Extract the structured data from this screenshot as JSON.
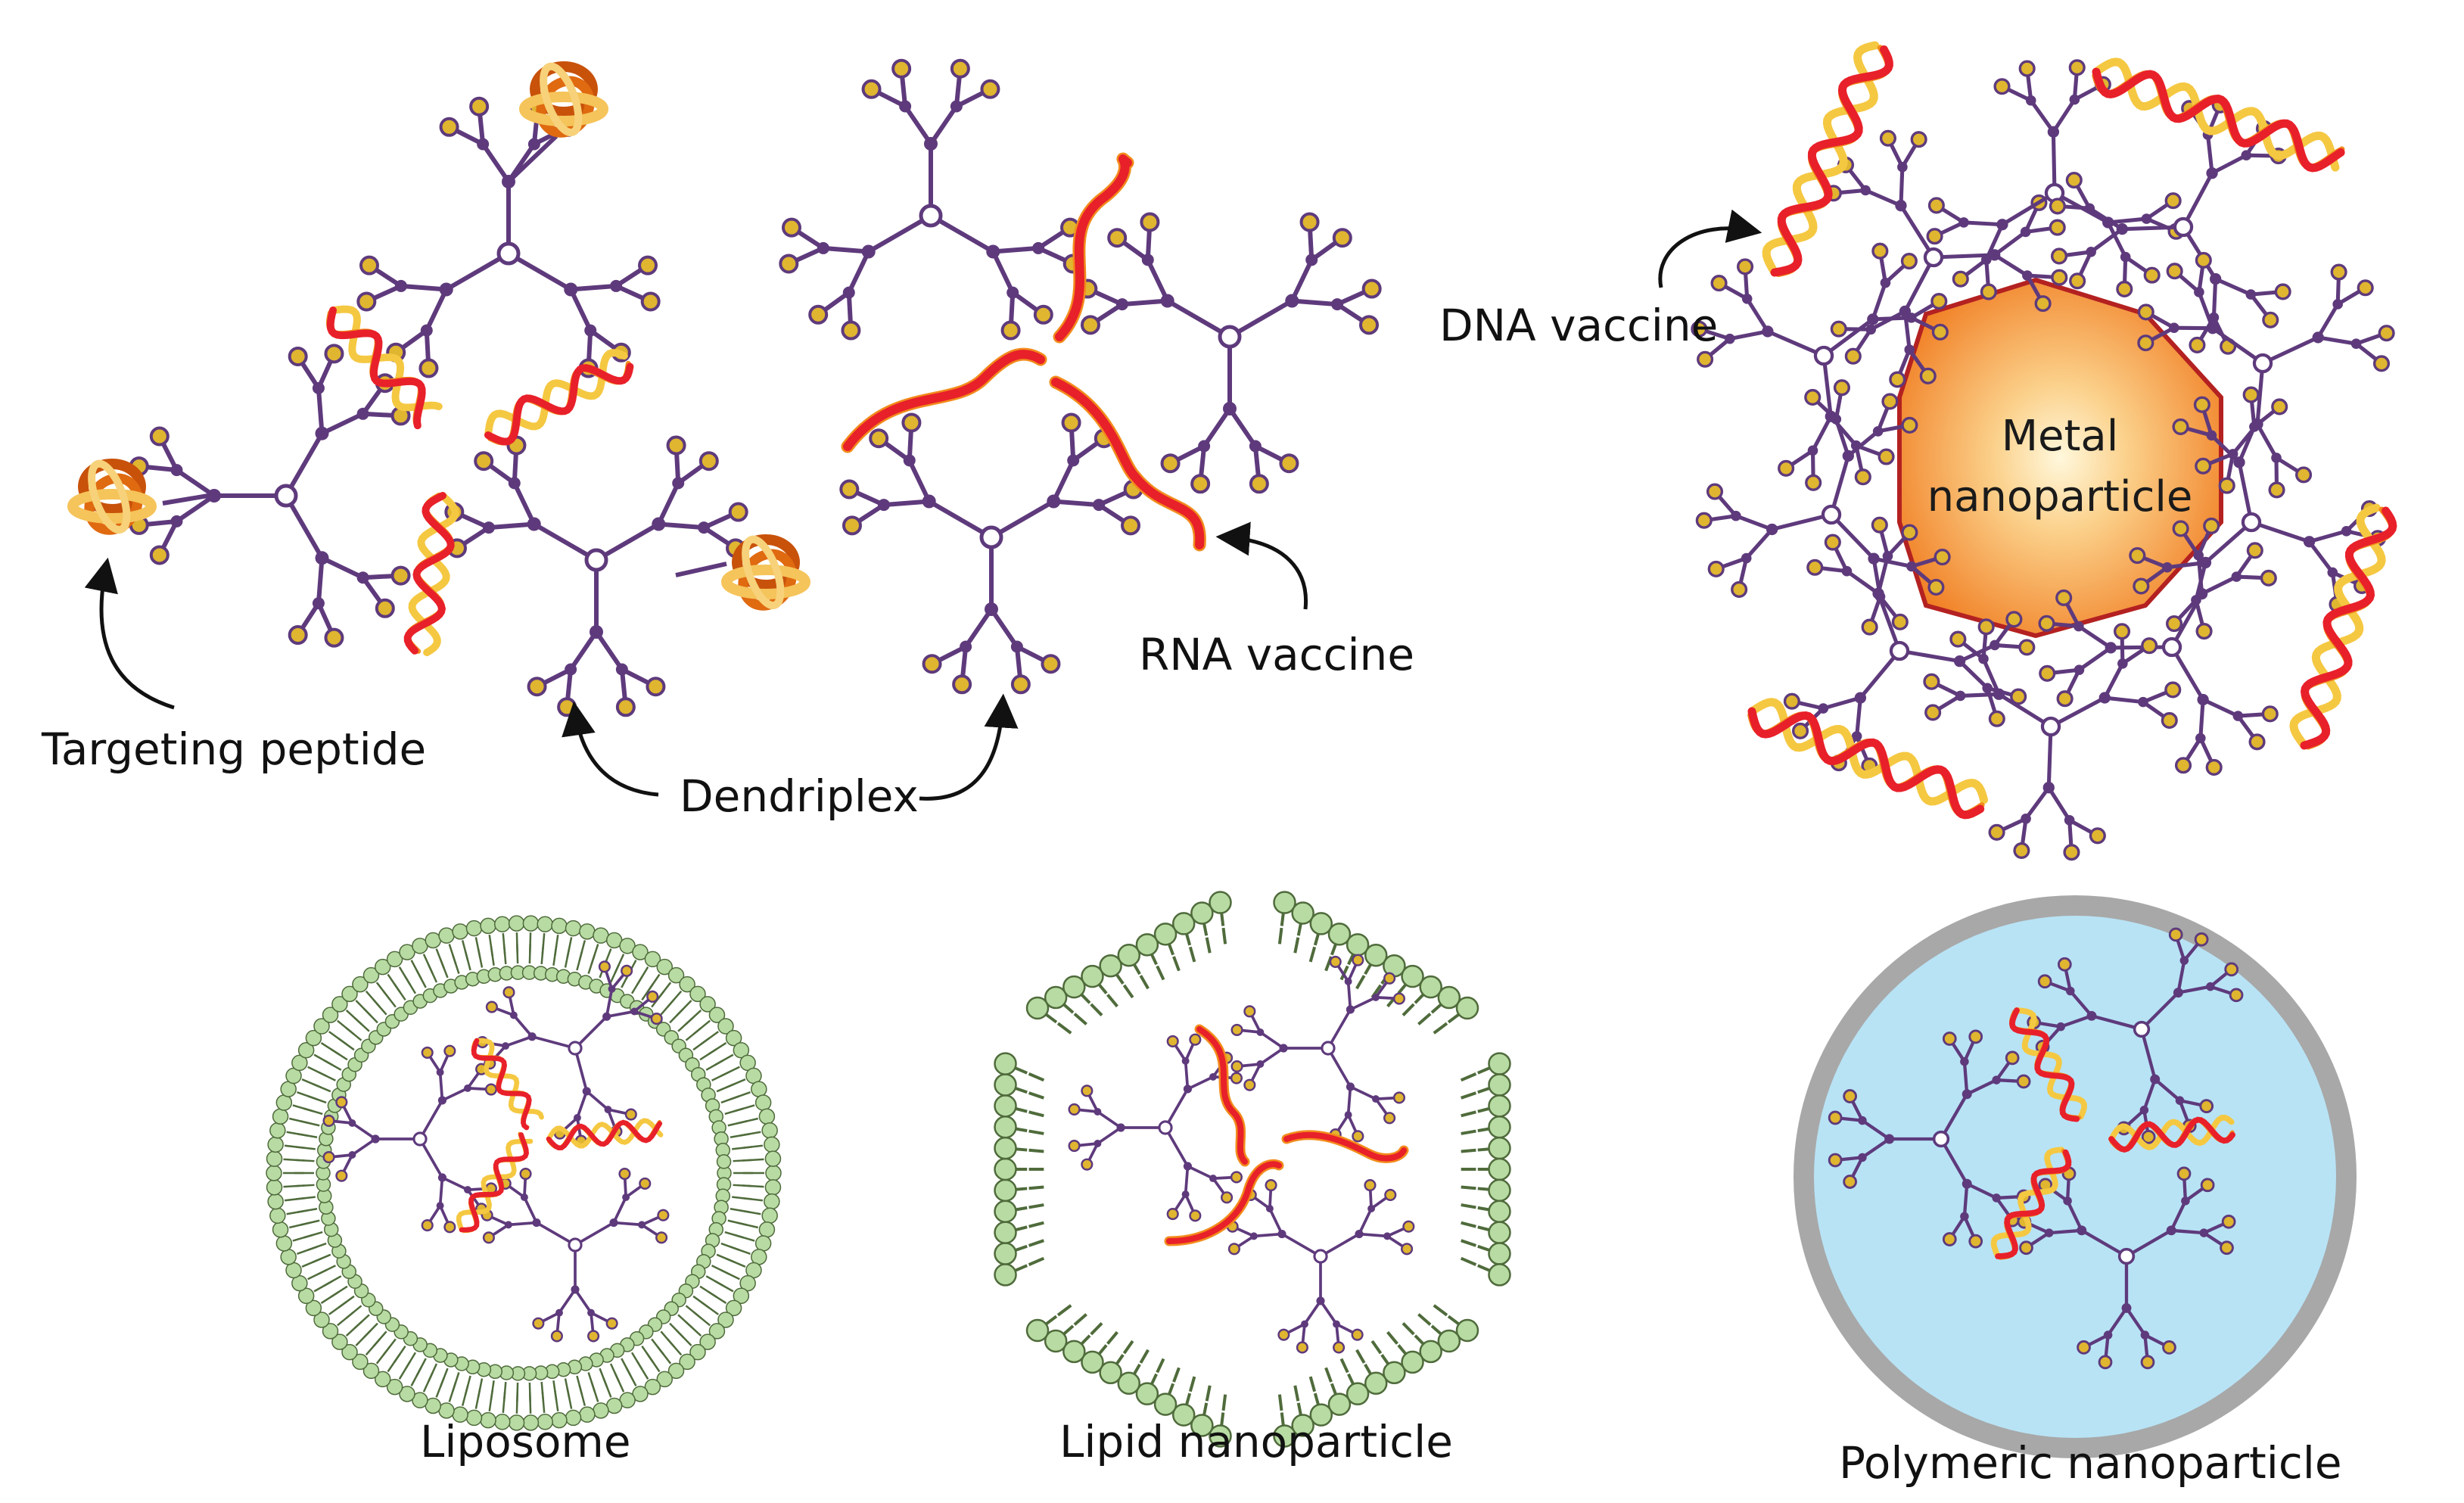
{
  "labels": {
    "targeting_peptide": "Targeting peptide",
    "dendriplex": "Dendriplex",
    "rna_vaccine": "RNA vaccine",
    "dna_vaccine": "DNA vaccine",
    "metal_line1": "Metal",
    "metal_line2": "nanoparticle",
    "liposome": "Liposome",
    "lipid_nanoparticle": "Lipid nanoparticle",
    "polymeric_nanoparticle": "Polymeric nanoparticle"
  },
  "colors": {
    "dendrimer": "#5e3a7c",
    "dendrimer_tip": "#e0b530",
    "dna_red": "#e8202a",
    "dna_yellow": "#f5c842",
    "dna_orange": "#f28c1c",
    "metal_core": "#f3872c",
    "metal_edge": "#b42121",
    "lipid_green": "#b8dba3",
    "lipid_edge": "#4f6b3b",
    "polymer_fill": "#b8e3f5",
    "polymer_shell": "#a8a8a8",
    "peptide": "#e06a10"
  }
}
